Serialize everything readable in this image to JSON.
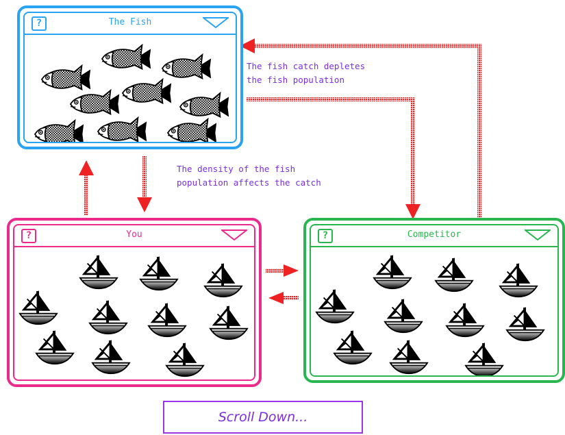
{
  "panels": {
    "fish": {
      "title": "The Fish",
      "help_label": "?",
      "color": "#2aa3f2",
      "icon": "fish-icon"
    },
    "you": {
      "title": "You",
      "help_label": "?",
      "color": "#ec2a8c",
      "icon": "sailboat-icon"
    },
    "competitor": {
      "title": "Competitor",
      "help_label": "?",
      "color": "#2ab64f",
      "icon": "sailboat-icon"
    }
  },
  "annotations": {
    "catch_depletes": "The fish catch depletes\nthe fish population",
    "density_affects": "The density of the fish\npopulation affects the catch"
  },
  "scroll_button": {
    "label": "Scroll Down..."
  },
  "colors": {
    "arrow": "#ee2222",
    "annotation": "#7a2ee0",
    "scroll_border": "#9a35e8"
  }
}
